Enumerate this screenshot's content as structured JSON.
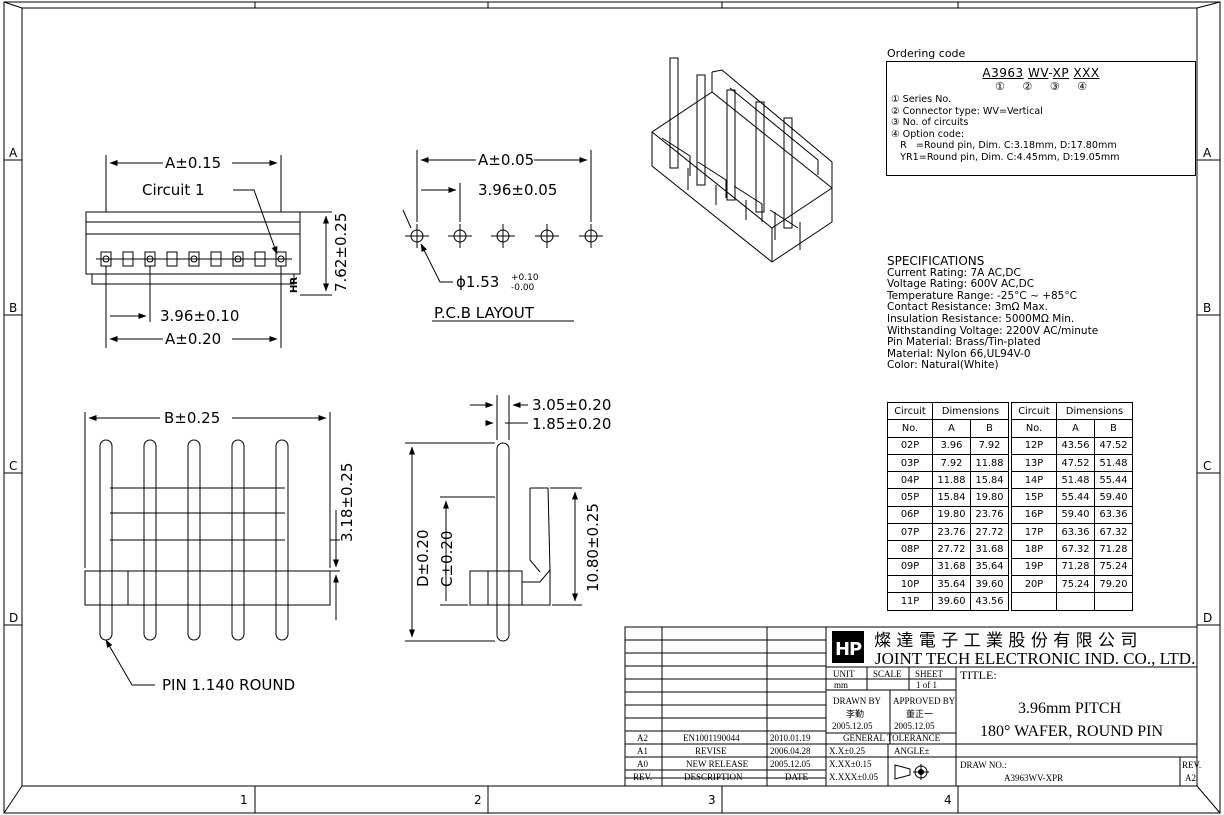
{
  "border_letters": [
    "A",
    "B",
    "C",
    "D"
  ],
  "border_numbers": [
    "1",
    "2",
    "3",
    "4"
  ],
  "front_view": {
    "dim_a_top": "A±0.15",
    "circuit_label": "Circuit 1",
    "dim_height": "7.62±0.25",
    "dim_pitch": "3.96±0.10",
    "dim_a_bottom": "A±0.20",
    "logo_mark": "HR"
  },
  "pcb_layout": {
    "dim_a": "A±0.05",
    "dim_pitch": "3.96±0.05",
    "hole_dia": "ϕ1.53",
    "hole_tol_plus": "+0.10",
    "hole_tol_minus": "-0.00",
    "title": "P.C.B LAYOUT"
  },
  "bottom_view": {
    "dim_b": "B±0.25",
    "dim_318": "3.18±0.25",
    "pin_note": "PIN 1.140 ROUND"
  },
  "side_view": {
    "dim_305": "3.05±0.20",
    "dim_185": "1.85±0.20",
    "dim_d": "D±0.20",
    "dim_c": "C±0.20",
    "dim_1080": "10.80±0.25"
  },
  "ordering": {
    "heading": "Ordering code",
    "code_parts": [
      "A3963",
      "WV",
      "XP",
      "XXX"
    ],
    "code_sep": "-",
    "code_nums": "① ② ③ ④",
    "lines": [
      "① Series No.",
      "② Connector type: WV=Vertical",
      "③ No. of circuits",
      "④ Option code:",
      "   R   =Round pin, Dim. C:3.18mm, D:17.80mm",
      "   YR1=Round pin, Dim. C:4.45mm, D:19.05mm"
    ]
  },
  "specs": {
    "heading": "SPECIFICATIONS",
    "lines": [
      "Current Rating: 7A AC,DC",
      "Voltage Rating: 600V AC,DC",
      "Temperature Range: -25°C ~ +85°C",
      "Contact Resistance: 3mΩ Max.",
      "Insulation Resistance: 5000MΩ Min.",
      "Withstanding Voltage: 2200V AC/minute",
      "Pin Material: Brass/Tin-plated",
      "Material: Nylon 66,UL94V-0",
      "Color: Natural(White)"
    ]
  },
  "dim_table": {
    "h_circuit": "Circuit",
    "h_dimensions": "Dimensions",
    "h_no": "No.",
    "h_a": "A",
    "h_b": "B",
    "left": [
      [
        "02P",
        "3.96",
        "7.92"
      ],
      [
        "03P",
        "7.92",
        "11.88"
      ],
      [
        "04P",
        "11.88",
        "15.84"
      ],
      [
        "05P",
        "15.84",
        "19.80"
      ],
      [
        "06P",
        "19.80",
        "23.76"
      ],
      [
        "07P",
        "23.76",
        "27.72"
      ],
      [
        "08P",
        "27.72",
        "31.68"
      ],
      [
        "09P",
        "31.68",
        "35.64"
      ],
      [
        "10P",
        "35.64",
        "39.60"
      ],
      [
        "11P",
        "39.60",
        "43.56"
      ]
    ],
    "right": [
      [
        "12P",
        "43.56",
        "47.52"
      ],
      [
        "13P",
        "47.52",
        "51.48"
      ],
      [
        "14P",
        "51.48",
        "55.44"
      ],
      [
        "15P",
        "55.44",
        "59.40"
      ],
      [
        "16P",
        "59.40",
        "63.36"
      ],
      [
        "17P",
        "63.36",
        "67.32"
      ],
      [
        "18P",
        "67.32",
        "71.28"
      ],
      [
        "19P",
        "71.28",
        "75.24"
      ],
      [
        "20P",
        "75.24",
        "79.20"
      ],
      [
        "",
        "",
        ""
      ]
    ]
  },
  "title_block": {
    "company_cn": "燦 達 電 子 工 業 股 份 有 限 公 司",
    "company_en": "JOINT TECH ELECTRONIC IND. CO., LTD.",
    "unit_label": "UNIT",
    "unit_value": "mm",
    "scale_label": "SCALE",
    "sheet_label": "SHEET",
    "sheet_value": "1 of 1",
    "title_label": "TITLE:",
    "title_line1": "3.96mm PITCH",
    "title_line2": "180° WAFER, ROUND PIN",
    "drawn_by_label": "DRAWN BY",
    "drawn_by_name": "李勤",
    "drawn_date": "2005.12.05",
    "approved_by_label": "APPROVED BY",
    "approved_by_name": "董正一",
    "approved_date": "2005.12.05",
    "tolerance_label": "GENERAL TOLERANCE",
    "tol1": "X.X±0.25",
    "tol2": "X.XX±0.15",
    "tol3": "X.XXX±0.05",
    "angle_label": "ANGLE±",
    "draw_no_label": "DRAW NO.:",
    "draw_no": "A3963WV-XPR",
    "rev_label": "REV.",
    "rev_value": "A2",
    "revisions": [
      [
        "A2",
        "EN1001190044",
        "2010.01.19"
      ],
      [
        "A1",
        "REVISE",
        "2006.04.28"
      ],
      [
        "A0",
        "NEW RELEASE",
        "2005.12.05"
      ]
    ],
    "rev_col_rev": "REV.",
    "rev_col_desc": "DESCRIPTION",
    "rev_col_date": "DATE"
  }
}
